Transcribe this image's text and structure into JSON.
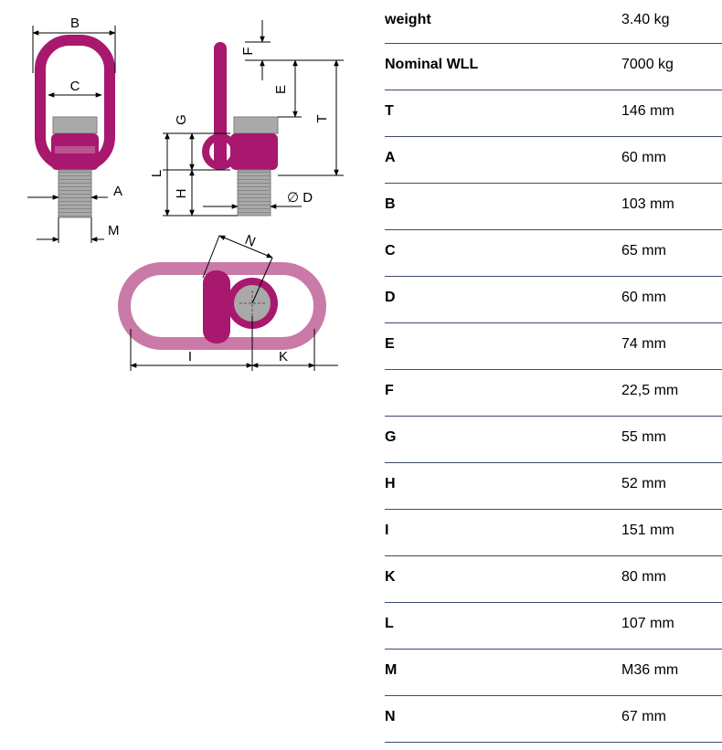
{
  "diagram": {
    "labels": {
      "A": "A",
      "B": "B",
      "C": "C",
      "D": "∅ D",
      "E": "E",
      "F": "F",
      "G": "G",
      "H": "H",
      "I": "I",
      "K": "K",
      "L": "L",
      "M": "M",
      "N": "N",
      "T": "T"
    },
    "colors": {
      "body": "#a8186e",
      "body_light": "#c97aa7",
      "metal": "#a9a9a9",
      "metal_dark": "#7d7d7d"
    }
  },
  "specs": [
    {
      "label": "weight",
      "value": "3.40 kg"
    },
    {
      "label": "Nominal WLL",
      "value": "7000 kg"
    },
    {
      "label": "T",
      "value": "146 mm"
    },
    {
      "label": "A",
      "value": "60 mm"
    },
    {
      "label": "B",
      "value": "103 mm"
    },
    {
      "label": "C",
      "value": "65 mm"
    },
    {
      "label": "D",
      "value": "60 mm"
    },
    {
      "label": "E",
      "value": "74 mm"
    },
    {
      "label": "F",
      "value": "22,5 mm"
    },
    {
      "label": "G",
      "value": "55 mm"
    },
    {
      "label": "H",
      "value": "52 mm"
    },
    {
      "label": "I",
      "value": "151 mm"
    },
    {
      "label": "K",
      "value": "80 mm"
    },
    {
      "label": "L",
      "value": "107 mm"
    },
    {
      "label": "M",
      "value": "M36 mm"
    },
    {
      "label": "N",
      "value": "67 mm"
    }
  ]
}
